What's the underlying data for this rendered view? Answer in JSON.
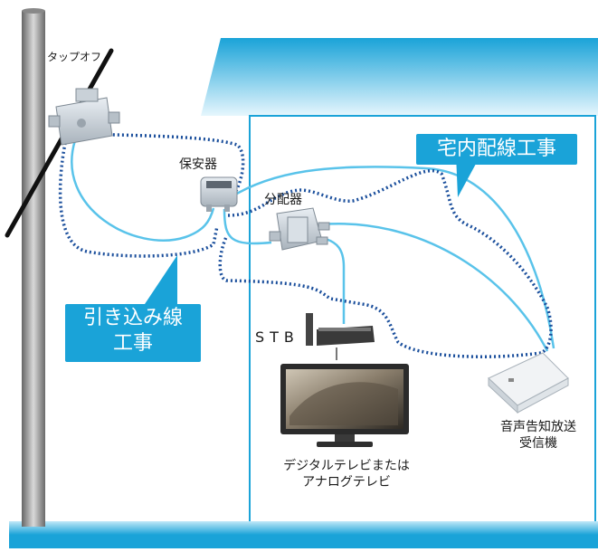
{
  "labels": {
    "tap_off": "タップオフ",
    "protector": "保安器",
    "splitter": "分配器",
    "stb": "STB",
    "tv_line1": "デジタルテレビまたは",
    "tv_line2": "アナログテレビ",
    "receiver_line1": "音声告知放送",
    "receiver_line2": "受信機"
  },
  "callouts": {
    "indoor_wiring": "宅内配線工事",
    "dropline_line1": "引き込み線",
    "dropline_line2": "工事"
  },
  "colors": {
    "accent_blue": "#1aa3d8",
    "roof_light": "#d6f0fb",
    "cable_light_blue": "#59c3ea",
    "dotted_route": "#1b4f9c",
    "pole": "#777777"
  }
}
